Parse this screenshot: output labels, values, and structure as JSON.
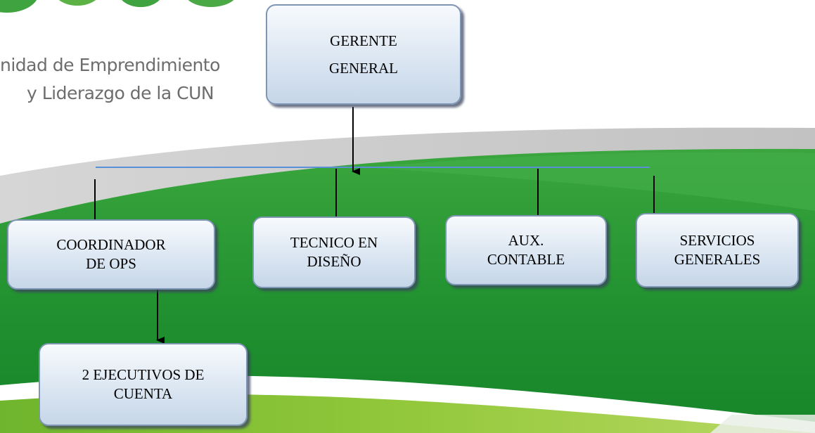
{
  "logo": {
    "line1": "nidad de Emprendimiento",
    "line2": "y Liderazgo de la CUN"
  },
  "org_chart": {
    "root": {
      "line1": "GERENTE",
      "line2": "GENERAL"
    },
    "departments": [
      {
        "line1": "COORDINADOR",
        "line2": "DE OPS"
      },
      {
        "line1": "TECNICO EN",
        "line2": "DISEÑO"
      },
      {
        "line1": "AUX.",
        "line2": "CONTABLE"
      },
      {
        "line1": "SERVICIOS",
        "line2": "GENERALES"
      }
    ],
    "sub_unit": {
      "line1": "2 EJECUTIVOS DE",
      "line2": "CUENTA"
    }
  },
  "colors": {
    "box_border": "#7f95b4",
    "connector_line": "#5b8fd6",
    "arrow": "#000000",
    "green_dark": "#1f8f2f",
    "green_light": "#8dc63f"
  }
}
